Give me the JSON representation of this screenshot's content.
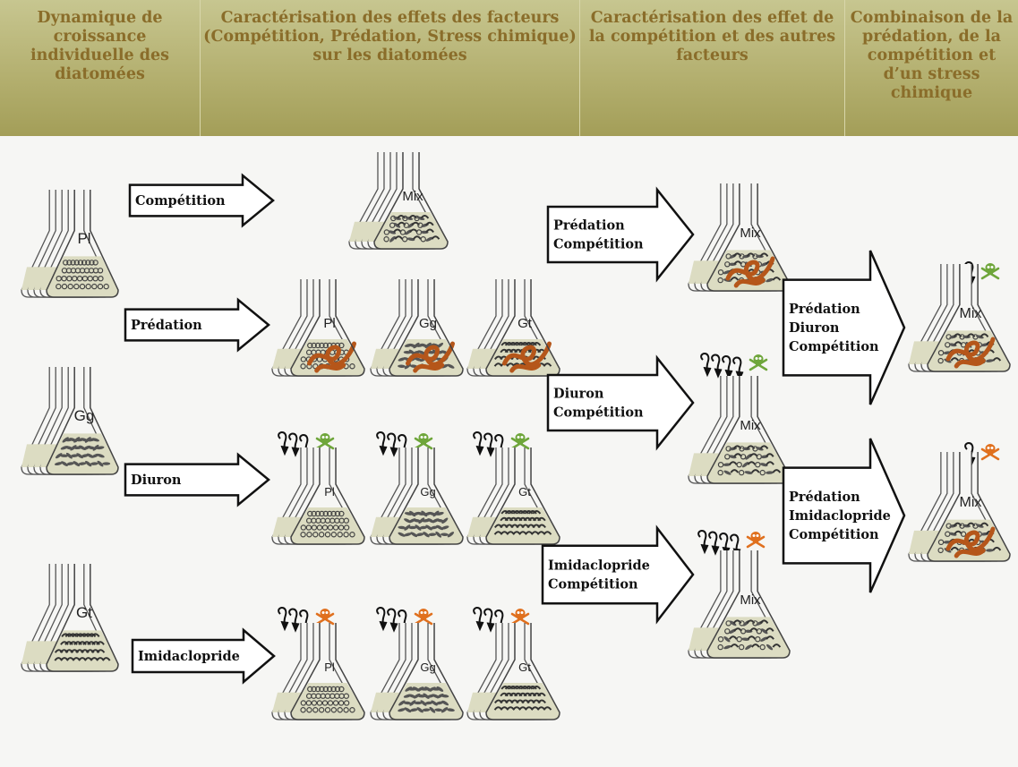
{
  "colors": {
    "header_bg": "#b4b070",
    "header_text": "#8a6d2a",
    "predator": "#b5561a",
    "diuron_skull": "#6fa63b",
    "imidacloprid_skull": "#e0701e",
    "medium": "#dcdcc2"
  },
  "header": {
    "col1": "Dynamique de croissance individuelle des diatomées",
    "col2": "Caractérisation des effets des facteurs (Compétition, Prédation, Stress chimique) sur les diatomées",
    "col3": "Caractérisation des effet de la compétition et des autres facteurs",
    "col4": "Combinaison de la prédation, de la compétition et d’un stress chimique"
  },
  "single_flasks": [
    {
      "label": "Pl",
      "cells": "circle"
    },
    {
      "label": "Gg",
      "cells": "oval"
    },
    {
      "label": "Gt",
      "cells": "crescent"
    }
  ],
  "arrows": {
    "competition": "Compétition",
    "predation": "Prédation",
    "diuron": "Diuron",
    "imidacloprid": "Imidaclopride",
    "pred_comp": [
      "Prédation",
      "Compétition"
    ],
    "diu_comp": [
      "Diuron",
      "Compétition"
    ],
    "imi_comp": [
      "Imidaclopride",
      "Compétition"
    ],
    "pred_diu_comp": [
      "Prédation",
      "Diuron",
      "Compétition"
    ],
    "pred_imi_comp": [
      "Prédation",
      "Imidaclopride",
      "Compétition"
    ]
  },
  "flask_labels": {
    "mix": "Mix",
    "pl": "Pl",
    "gg": "Gg",
    "gt": "Gt"
  },
  "icons": [
    "skull-crossbones-icon",
    "pipette-drop-arrow-icon",
    "predator-worm-icon"
  ]
}
